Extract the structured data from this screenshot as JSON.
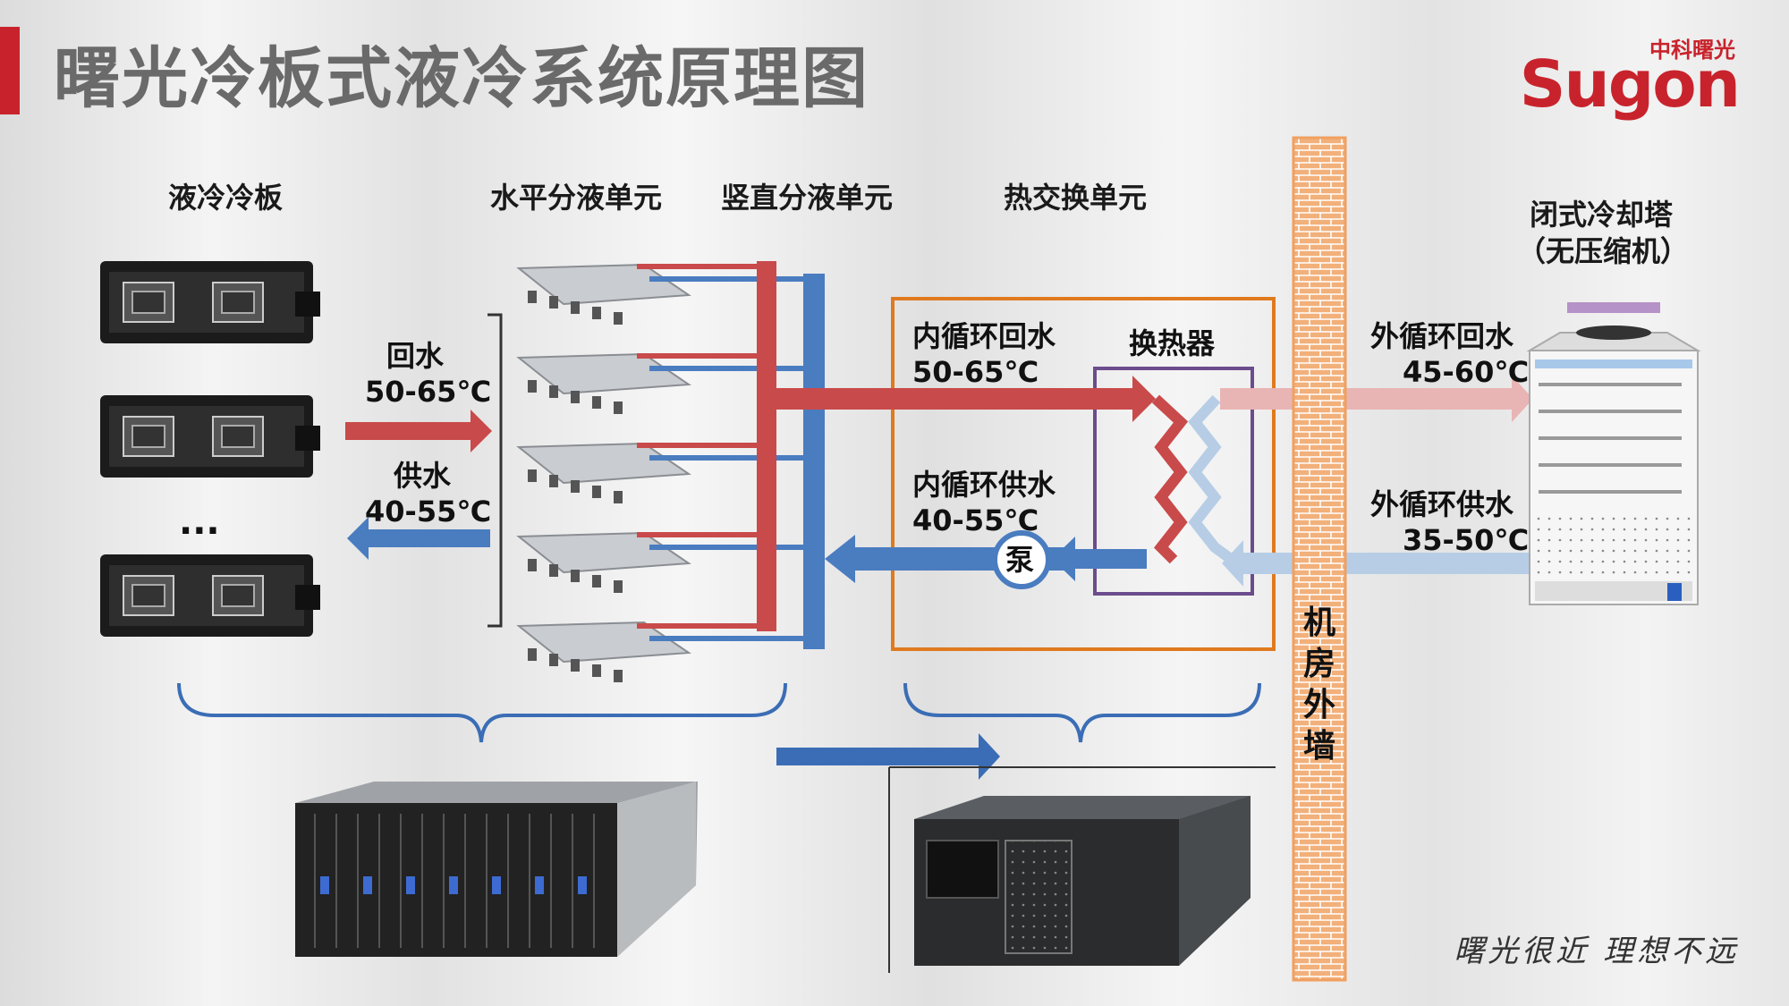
{
  "title": "曙光冷板式液冷系统原理图",
  "logo": {
    "cn": "中科曙光",
    "en": "Sugon"
  },
  "headers": {
    "cold_plate": "液冷冷板",
    "horizontal_unit": "水平分液单元",
    "vertical_unit": "竖直分液单元",
    "heat_exchange_unit": "热交换单元",
    "tower_line1": "闭式冷却塔",
    "tower_line2": "（无压缩机）"
  },
  "flows": {
    "return_label": "回水",
    "return_temp": "50-65℃",
    "supply_label": "供水",
    "supply_temp": "40-55℃",
    "ellipsis": "...",
    "inner_return_label": "内循环回水",
    "inner_return_temp": "50-65℃",
    "inner_supply_label": "内循环供水",
    "inner_supply_temp": "40-55℃",
    "heat_exchanger": "换热器",
    "pump": "泵",
    "outer_return_label": "外循环回水",
    "outer_return_temp": "45-60℃",
    "outer_supply_label": "外循环供水",
    "outer_supply_temp": "35-50℃"
  },
  "wall_text": "机房外墙",
  "slogan": "曙光很近 理想不远",
  "colors": {
    "hot": "#c94a4a",
    "cold": "#4a7cc0",
    "hot_light": "#e9b4b4",
    "cold_light": "#b7cde6",
    "frame_orange": "#e07a1f",
    "frame_purple": "#6b4c8c",
    "brand_red": "#c8232c"
  }
}
